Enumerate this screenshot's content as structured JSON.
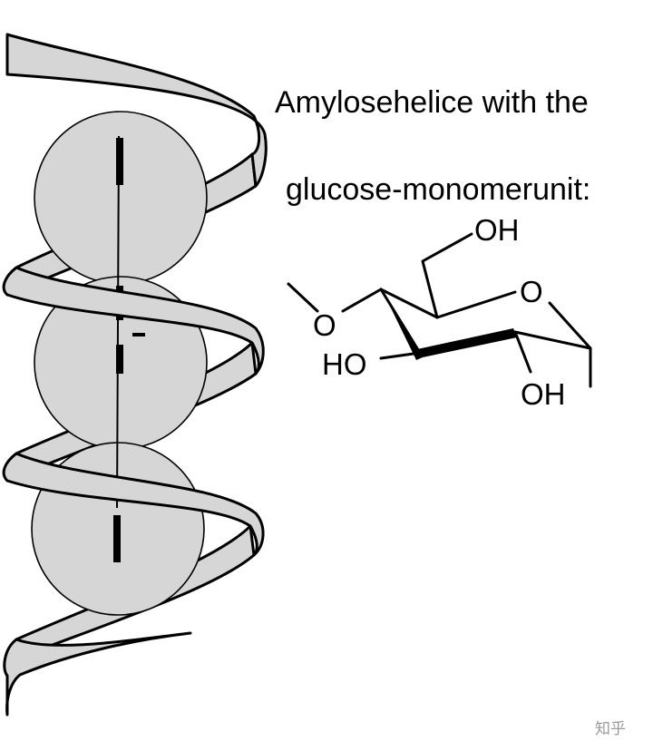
{
  "title": {
    "line1": "Amylosehelice with the",
    "line2": "glucose-monomerunit:"
  },
  "labels": {
    "oh_top": "OH",
    "ring_o": "O",
    "link_o": "O",
    "ho_left": "HO",
    "oh_bottom": "OH"
  },
  "watermark": "知乎",
  "colors": {
    "ribbon_fill": "#d6d6d6",
    "sphere_fill": "#d6d6d6",
    "outline": "#000000"
  }
}
